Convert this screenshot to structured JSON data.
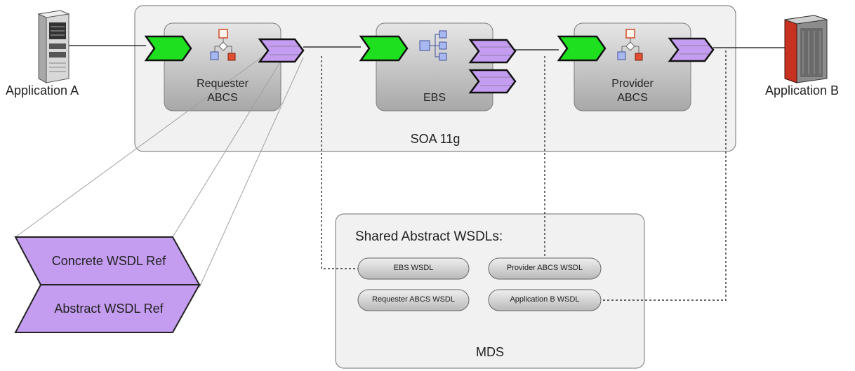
{
  "apps": {
    "a_label": "Application A",
    "b_label": "Application B"
  },
  "soa": {
    "label": "SOA 11g",
    "components": [
      {
        "line1": "Requester",
        "line2": "ABCS"
      },
      {
        "line1": "EBS",
        "line2": ""
      },
      {
        "line1": "Provider",
        "line2": "ABCS"
      }
    ]
  },
  "mds": {
    "title": "Shared Abstract WSDLs:",
    "label": "MDS",
    "wsdls": [
      "EBS WSDL",
      "Provider ABCS WSDL",
      "Requester ABCS WSDL",
      "Application B WSDL"
    ]
  },
  "legend": {
    "concrete": "Concrete WSDL Ref",
    "abstract": "Abstract WSDL Ref"
  },
  "colors": {
    "service_green": "#1ee01e",
    "reference_purple": "#c49cf0",
    "container_fill": "#f0f0f0",
    "component_fill": "#b8b8b8"
  }
}
